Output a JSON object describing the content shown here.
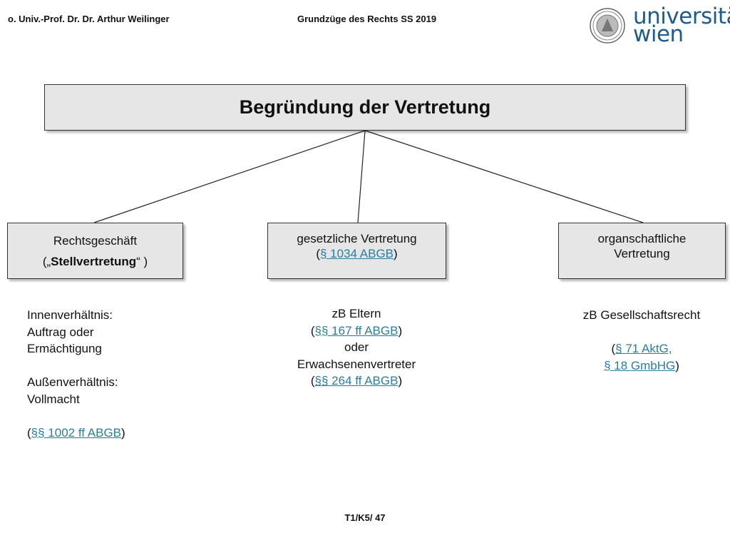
{
  "header": {
    "left": "o. Univ.-Prof. Dr. Dr. Arthur Weilinger",
    "center": "Grundzüge des Rechts SS 2019",
    "logo_text_line1": "universität",
    "logo_text_line2": "wien"
  },
  "title": "Begründung der Vertretung",
  "nodes": {
    "left": {
      "line1": "Rechtsgeschäft",
      "line2_open": "(„",
      "line2_bold": "Stellvertretung",
      "line2_close": "“ )"
    },
    "mid": {
      "line1": "gesetzliche Vertretung",
      "paren_open": "(",
      "link": "§ 1034 ABGB",
      "paren_close": ")"
    },
    "right": {
      "line1": "organschaftliche",
      "line2": "Vertretung"
    }
  },
  "details": {
    "left": {
      "line1": "Innenverhältnis:",
      "line2": "Auftrag oder",
      "line3": "Ermächtigung",
      "line4": "Außenverhältnis:",
      "line5": "Vollmacht",
      "paren_open": "(",
      "link": "§§ 1002 ff ABGB",
      "paren_close": ")"
    },
    "mid": {
      "line1": "zB Eltern",
      "paren1_open": "(",
      "link1": "§§ 167 ff ABGB",
      "paren1_close": ")",
      "line3": "oder",
      "line4": "Erwachsenenvertreter",
      "paren2_open": "(",
      "link2": "§§ 264 ff ABGB",
      "paren2_close": ")"
    },
    "right": {
      "line1": "zB Gesellschaftsrecht",
      "paren_open": "(",
      "link1": "§ 71 AktG,",
      "link2": "§ 18 GmbHG",
      "paren_close": ")"
    }
  },
  "footer": "T1/K5/ 47"
}
